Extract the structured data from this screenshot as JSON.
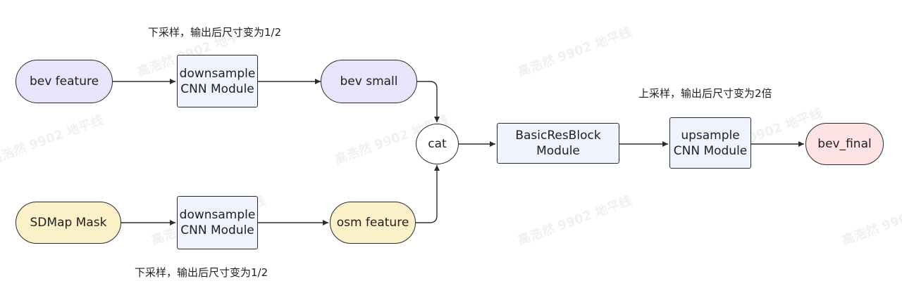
{
  "nodes": {
    "bev_feature": "bev feature",
    "downsample_top": "downsample\nCNN Module",
    "bev_small": "bev small",
    "cat": "cat",
    "basic_res_block": "BasicResBlock\nModule",
    "upsample": "upsample\nCNN Module",
    "bev_final": "bev_final",
    "sdmap_mask": "SDMap Mask",
    "downsample_bottom": "downsample\nCNN Module",
    "osm_feature": "osm feature"
  },
  "annotations": {
    "top_downsample": "下采样，输出后尺寸变为1/2",
    "upsample": "上采样，输出后尺寸变为2倍",
    "bottom_downsample": "下采样，输出后尺寸变为1/2"
  },
  "watermark": "高浩然 9902 地平线",
  "colors": {
    "input_purple": "#e9e3fb",
    "input_yellow": "#fcf0c8",
    "module_blue": "#eef3fd",
    "output_pink": "#fde3e3",
    "stroke": "#2b2b2b"
  }
}
